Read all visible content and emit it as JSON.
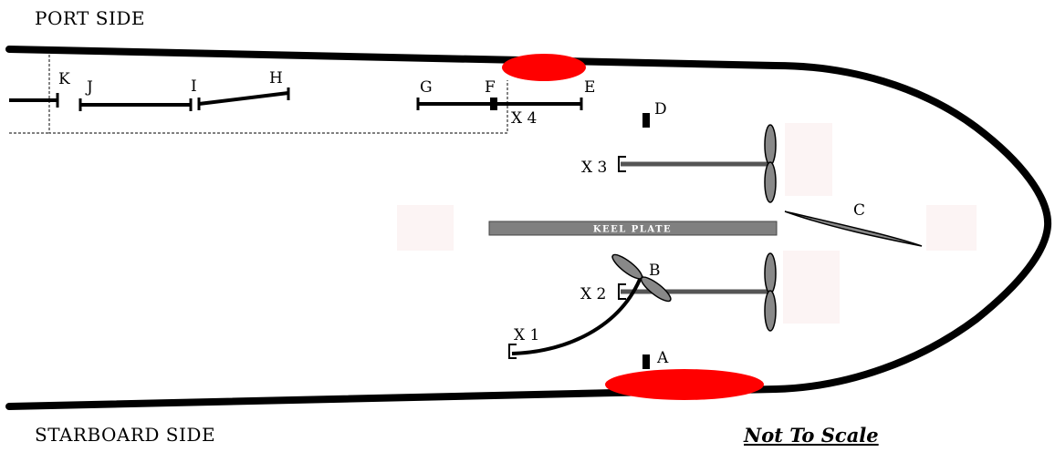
{
  "labels": {
    "port_side": "PORT SIDE",
    "starboard_side": "STARBOARD SIDE",
    "not_to_scale": "Not To Scale",
    "keel_plate": "KEEL PLATE"
  },
  "markers": {
    "A": "A",
    "B": "B",
    "C": "C",
    "D": "D",
    "E": "E",
    "F": "F",
    "G": "G",
    "H": "H",
    "I": "I",
    "J": "J",
    "K": "K",
    "X1": "X 1",
    "X2": "X 2",
    "X3": "X 3",
    "X4": "X 4"
  },
  "colors": {
    "hull": "#000000",
    "fender": "#ff0000",
    "keel": "#808080",
    "propeller": "#888888",
    "shaft": "#555555"
  }
}
